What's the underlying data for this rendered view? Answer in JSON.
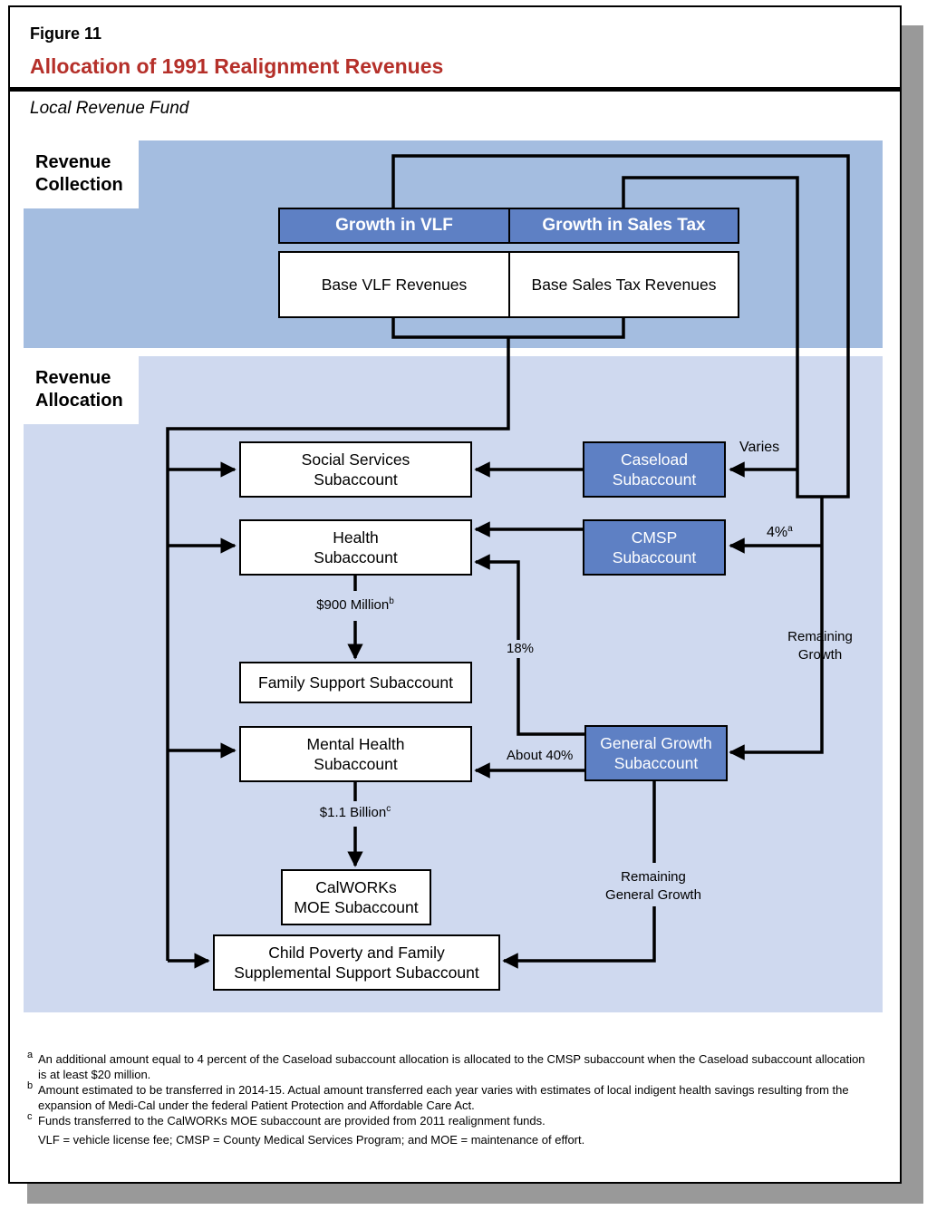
{
  "figure": {
    "label": "Figure 11",
    "title": "Allocation of 1991 Realignment Revenues",
    "subtitle": "Local Revenue Fund"
  },
  "sections": {
    "collection": {
      "line1": "Revenue",
      "line2": "Collection"
    },
    "allocation": {
      "line1": "Revenue",
      "line2": "Allocation"
    }
  },
  "boxes": {
    "growth_vlf": "Growth in VLF",
    "growth_sales_tax": "Growth in Sales Tax",
    "base_vlf": "Base VLF Revenues",
    "base_sales_tax": "Base Sales Tax Revenues",
    "social_services": {
      "line1": "Social Services",
      "line2": "Subaccount"
    },
    "caseload": {
      "line1": "Caseload",
      "line2": "Subaccount"
    },
    "health": {
      "line1": "Health",
      "line2": "Subaccount"
    },
    "cmsp": {
      "line1": "CMSP",
      "line2": "Subaccount"
    },
    "family_support": "Family Support Subaccount",
    "mental_health": {
      "line1": "Mental Health",
      "line2": "Subaccount"
    },
    "general_growth": {
      "line1": "General Growth",
      "line2": "Subaccount"
    },
    "calworks": {
      "line1": "CalWORKs",
      "line2": "MOE Subaccount"
    },
    "child_poverty": {
      "line1": "Child Poverty and Family",
      "line2": "Supplemental Support Subaccount"
    }
  },
  "flow_labels": {
    "varies": "Varies",
    "four_percent": "4%",
    "four_percent_note": "a",
    "remaining_growth": {
      "line1": "Remaining",
      "line2": "Growth"
    },
    "eighteen_percent": "18%",
    "about_forty": "About 40%",
    "nine_hundred_million": "$900 Million",
    "nine_hundred_million_note": "b",
    "one_point_one_billion": "$1.1 Billion",
    "one_point_one_billion_note": "c",
    "remaining_general_growth": {
      "line1": "Remaining",
      "line2": "General Growth"
    }
  },
  "footnotes": [
    {
      "marker": "a",
      "text": "An additional amount equal to 4 percent of the Caseload subaccount allocation is allocated to the CMSP subaccount when the Caseload subaccount allocation is at least $20 million."
    },
    {
      "marker": "b",
      "text": "Amount estimated to be transferred in 2014-15. Actual amount transferred each year varies with estimates of local indigent health savings resulting from the expansion of Medi-Cal under the federal Patient Protection and Affordable Care Act."
    },
    {
      "marker": "c",
      "text": "Funds transferred to the CalWORKs MOE subaccount are provided from 2011 realignment funds."
    }
  ],
  "abbreviations": "VLF = vehicle license fee; CMSP = County Medical Services Program; and MOE = maintenance of effort.",
  "colors": {
    "title_red": "#b5302a",
    "collection_band": "#a4bde0",
    "allocation_band": "#cfd9ef",
    "dark_box": "#5e80c4"
  }
}
